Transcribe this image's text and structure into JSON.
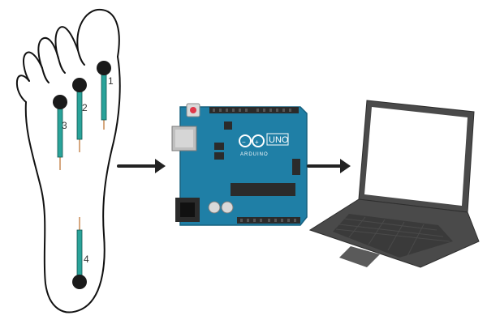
{
  "colors": {
    "outline": "#111111",
    "sensor_disc": "#1a1a1a",
    "sensor_strip": "#2aa39a",
    "sensor_lead": "#c98b56",
    "arrow": "#222222",
    "board": "#1f7fa6",
    "board_dark": "#16607f",
    "laptop_body": "#4a4a4a",
    "laptop_screen": "#ffffff",
    "laptop_keys": "#3a3a3a"
  },
  "foot": {
    "sensors": [
      {
        "label": "1",
        "icon": "pressure-sensor-icon"
      },
      {
        "label": "2",
        "icon": "pressure-sensor-icon"
      },
      {
        "label": "3",
        "icon": "pressure-sensor-icon"
      },
      {
        "label": "4",
        "icon": "pressure-sensor-icon"
      }
    ]
  },
  "board": {
    "brand_logo": "ARDUINO",
    "model": "UNO",
    "icon": "arduino-board-icon"
  },
  "computer": {
    "icon": "laptop-icon"
  },
  "arrows": [
    "arrow-right-icon",
    "arrow-right-icon"
  ]
}
